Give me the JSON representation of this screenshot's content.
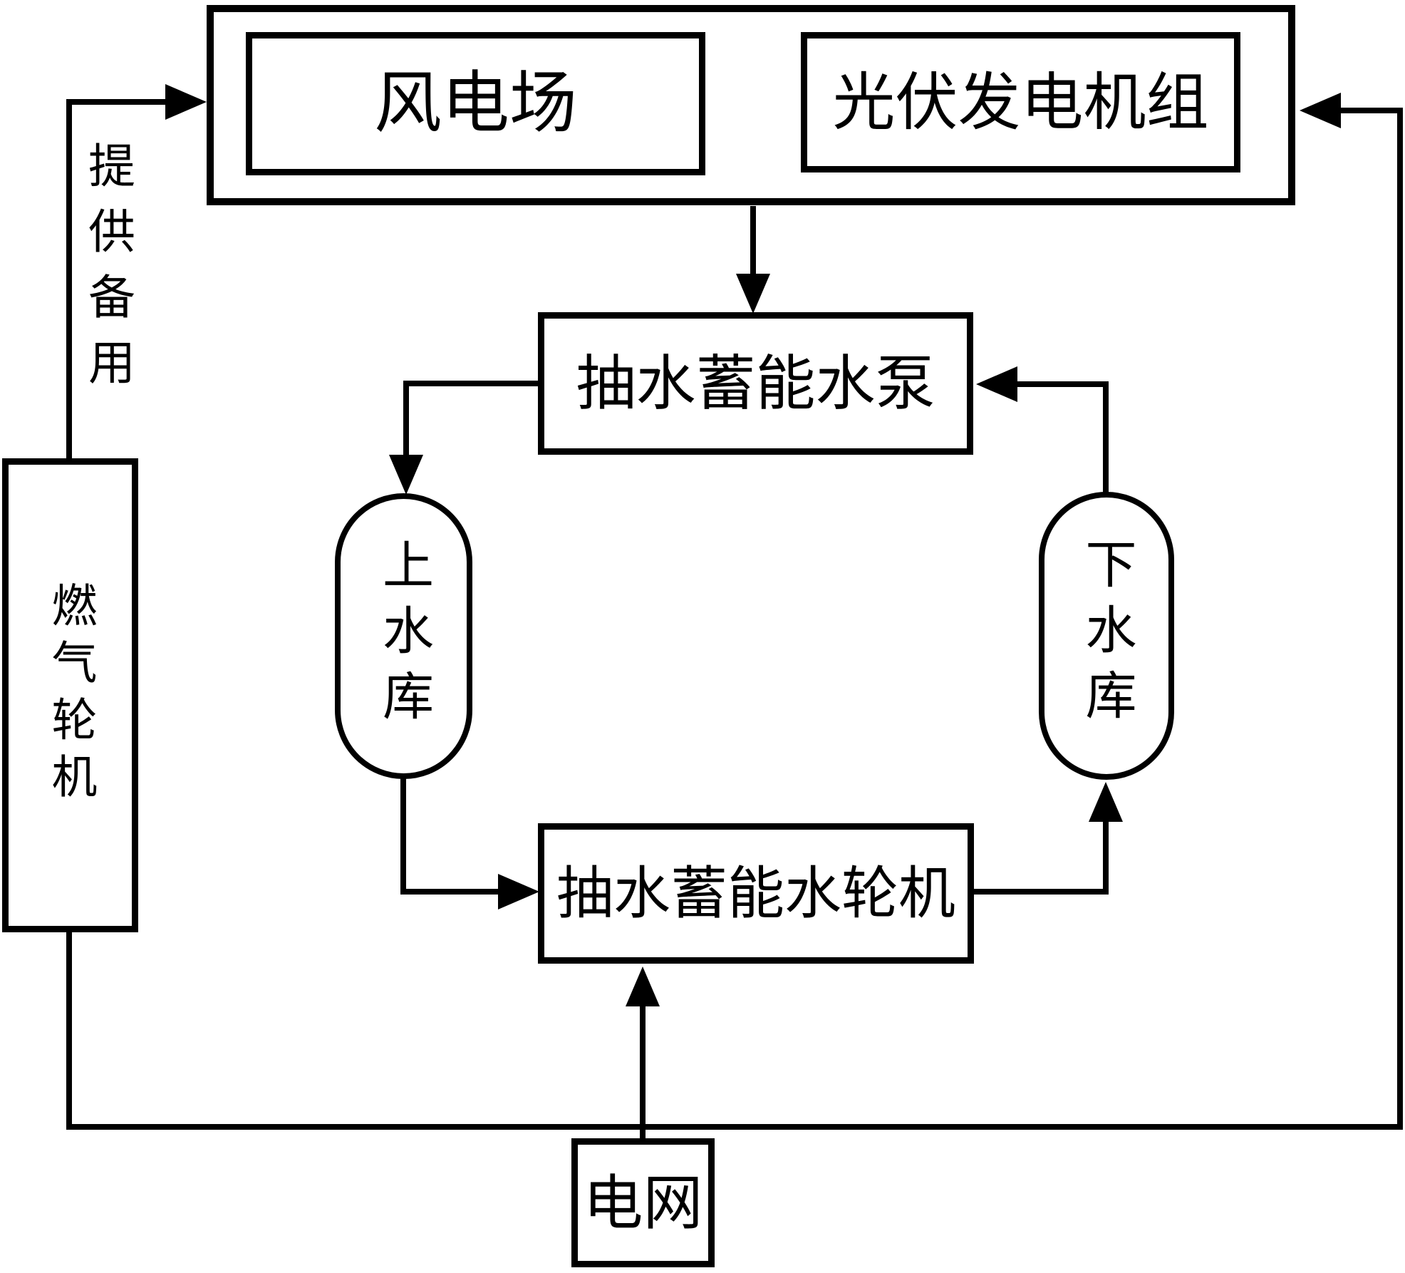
{
  "diagram": {
    "background": "#ffffff",
    "line_color": "#000000",
    "nodes": {
      "wind_farm": {
        "label": "风电场"
      },
      "pv_unit": {
        "label": "光伏发电机组"
      },
      "pump": {
        "label": "抽水蓄能水泵"
      },
      "upper_reservoir": {
        "label": "上水库"
      },
      "lower_reservoir": {
        "label": "下水库"
      },
      "turbine": {
        "label": "抽水蓄能水轮机"
      },
      "gas_turbine": {
        "label": "燃气轮机"
      },
      "grid": {
        "label": "电网"
      }
    },
    "labels": {
      "provide_backup": "提供备用"
    },
    "edges": [
      {
        "from": "gas_turbine",
        "to": "renewable_group",
        "via": "left",
        "label_key": "provide_backup"
      },
      {
        "from": "gas_turbine",
        "to": "renewable_group",
        "via": "bottom-right"
      },
      {
        "from": "renewable_group",
        "to": "pump"
      },
      {
        "from": "lower_reservoir",
        "to": "pump"
      },
      {
        "from": "pump",
        "to": "upper_reservoir"
      },
      {
        "from": "upper_reservoir",
        "to": "turbine"
      },
      {
        "from": "turbine",
        "to": "lower_reservoir"
      },
      {
        "from": "grid",
        "to": "turbine"
      }
    ]
  }
}
